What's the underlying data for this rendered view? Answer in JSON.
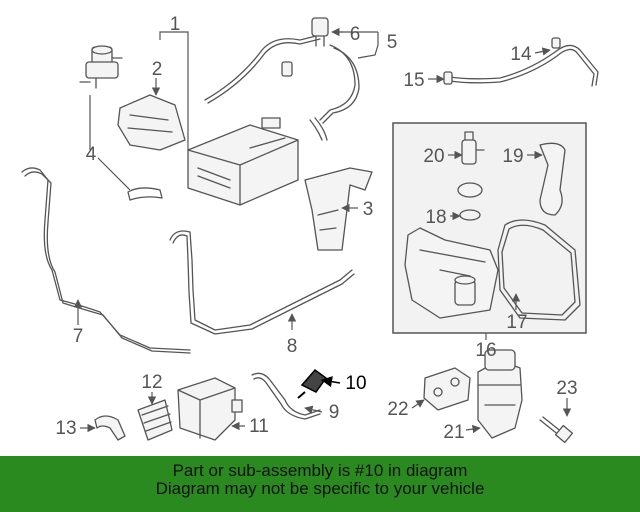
{
  "callouts": [
    {
      "id": "1",
      "label": "1"
    },
    {
      "id": "2",
      "label": "2"
    },
    {
      "id": "3",
      "label": "3"
    },
    {
      "id": "4",
      "label": "4"
    },
    {
      "id": "5",
      "label": "5"
    },
    {
      "id": "6",
      "label": "6"
    },
    {
      "id": "7",
      "label": "7"
    },
    {
      "id": "8",
      "label": "8"
    },
    {
      "id": "9",
      "label": "9"
    },
    {
      "id": "10",
      "label": "10",
      "highlighted": true
    },
    {
      "id": "11",
      "label": "11"
    },
    {
      "id": "12",
      "label": "12"
    },
    {
      "id": "13",
      "label": "13"
    },
    {
      "id": "14",
      "label": "14"
    },
    {
      "id": "15",
      "label": "15"
    },
    {
      "id": "16",
      "label": "16"
    },
    {
      "id": "17",
      "label": "17"
    },
    {
      "id": "18",
      "label": "18"
    },
    {
      "id": "19",
      "label": "19"
    },
    {
      "id": "20",
      "label": "20"
    },
    {
      "id": "21",
      "label": "21"
    },
    {
      "id": "22",
      "label": "22"
    },
    {
      "id": "23",
      "label": "23"
    }
  ],
  "banner": {
    "line1": "Part or sub-assembly is #10 in diagram",
    "line2": "Diagram may not be specific to your vehicle",
    "background": "#2a8a1f"
  },
  "colors": {
    "line_art": "#555555",
    "highlight": "#000000",
    "inset_box_fill": "#f2f2f2"
  }
}
